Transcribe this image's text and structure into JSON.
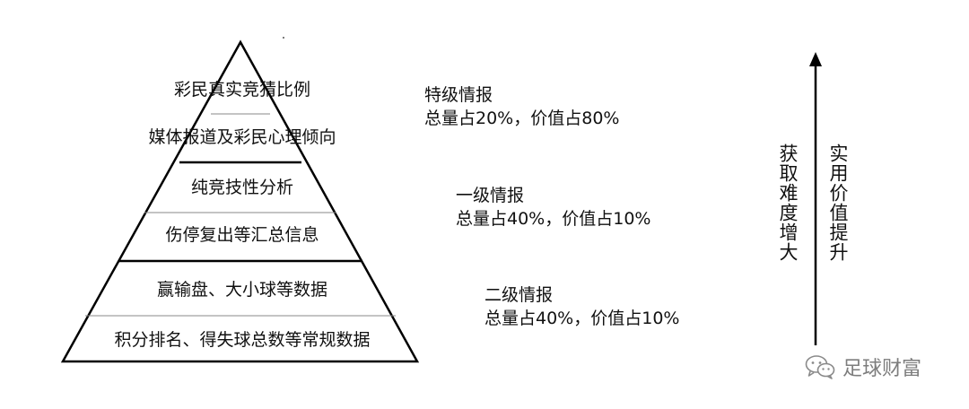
{
  "pyramid": {
    "rows": [
      "彩民真实竞猜比例",
      "媒体报道及彩民心理倾向",
      "纯竞技性分析",
      "伤停复出等汇总信息",
      "赢输盘、大小球等数据",
      "积分排名、得失球总数等常规数据"
    ]
  },
  "tiers": [
    {
      "title": "特级情报",
      "stats": "总量占20%，价值占80%"
    },
    {
      "title": "一级情报",
      "stats": "总量占40%，价值占10%"
    },
    {
      "title": "二级情报",
      "stats": "总量占40%，价值占10%"
    }
  ],
  "axis": {
    "left_label": "获取难度增大",
    "right_label": "实用价值提升"
  },
  "watermark": {
    "text": "足球财富",
    "icon": "wechat-icon"
  }
}
